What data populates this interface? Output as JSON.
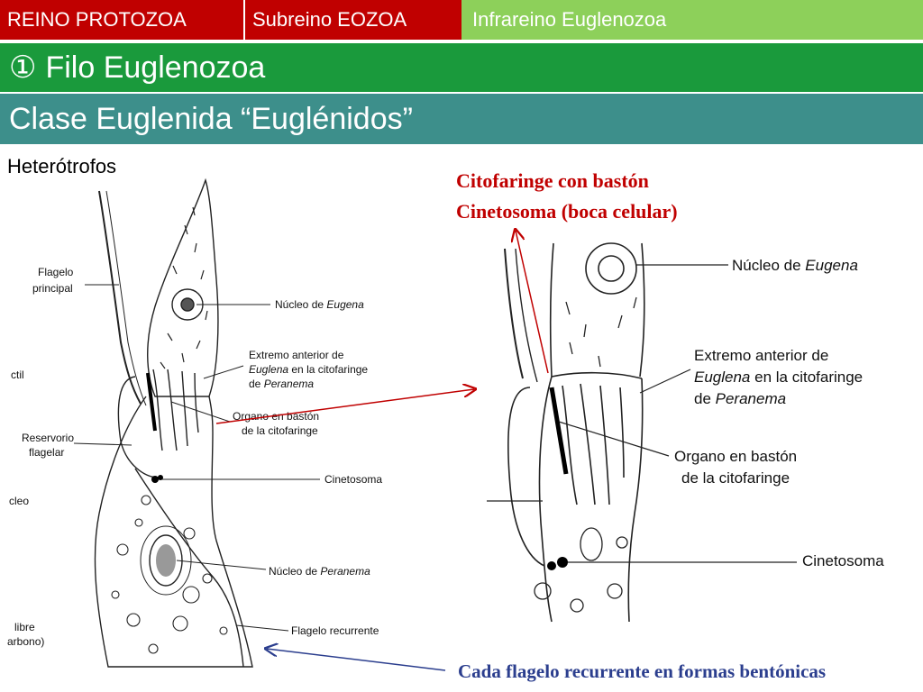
{
  "breadcrumb": {
    "kingdom": "REINO PROTOZOA",
    "subkingdom": "Subreino EOZOA",
    "infrakingdom": "Infrareino Euglenozoa"
  },
  "phylum": {
    "number": "①",
    "name": "Filo Euglenozoa"
  },
  "class_title": "Clase Euglenida “Euglénidos”",
  "section_label": "Heterótrofos",
  "notes": {
    "citofaringe": "Citofaringe con bastón",
    "cinetosoma": "Cinetosoma (boca celular)",
    "flagelo_recurrente": "Cada flagelo recurrente en formas bentónicas"
  },
  "left_labels": {
    "flagelo_principal_1": "Flagelo",
    "flagelo_principal_2": "principal",
    "nucleo_eugena": "Núcleo de",
    "nucleo_eugena_it": "Eugena",
    "extremo_1": "Extremo anterior de",
    "extremo_2_it": "Euglena",
    "extremo_2": " en la citofaringe",
    "extremo_3": "de ",
    "extremo_3_it": "Peranema",
    "organo_1": "Organo en bastón",
    "organo_2": "de la citofaringe",
    "reservorio_1": "Reservorio",
    "reservorio_2": "flagelar",
    "cinetosoma": "Cinetosoma",
    "nucleo_peranema": "Núcleo de",
    "nucleo_peranema_it": "Peranema",
    "flagelo_recurrente": "Flagelo recurrente",
    "clipped_ctil": "ctil",
    "clipped_cleo": "cleo",
    "clipped_libre": "libre",
    "clipped_carbono": "arbono)"
  },
  "right_labels": {
    "nucleo_eugena": "Núcleo de ",
    "nucleo_eugena_it": "Eugena",
    "extremo_1": "Extremo anterior de",
    "extremo_2_it": "Euglena",
    "extremo_2": " en la citofaringe",
    "extremo_3": "de ",
    "extremo_3_it": "Peranema",
    "organo_1": "Organo en bastón",
    "organo_2": "de la citofaringe",
    "cinetosoma": "Cinetosoma"
  },
  "colors": {
    "kingdom_bg": "#c00000",
    "infrakingdom_bg": "#8dd05a",
    "phylum_bg": "#1a9a3c",
    "class_bg": "#3d8f8b",
    "note_red": "#c00000",
    "note_blue": "#2b3e8e"
  }
}
